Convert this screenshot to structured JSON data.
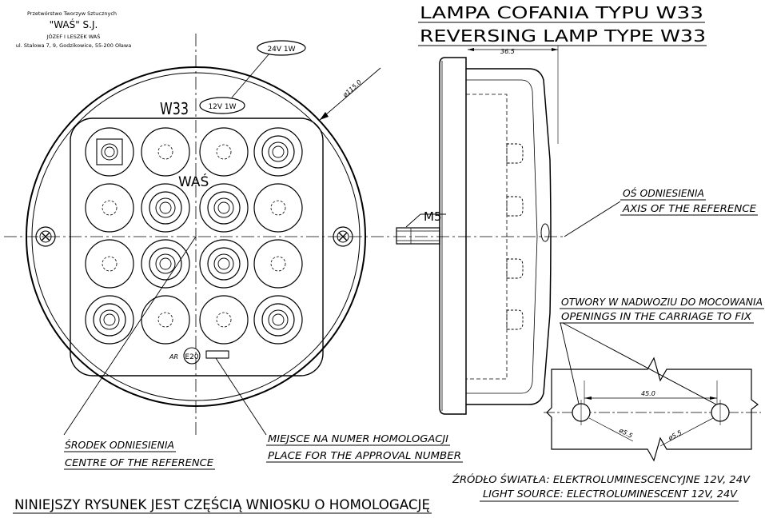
{
  "company": {
    "line1": "Przetwórstwo Tworzyw Sztucznych",
    "line2": "\"WAŚ\" S.J.",
    "line3": "JÓZEF I LESZEK WAŚ",
    "line4": "ul. Stalowa 7, 9, Godzikowice, 55-200 Oława"
  },
  "title": {
    "pl": "LAMPA COFANIA TYPU W33",
    "en": "REVERSING LAMP TYPE W33"
  },
  "front_view": {
    "model": "W33",
    "brand": "WAŚ",
    "label_24v": "24V 1W",
    "label_12v": "12V 1W",
    "diameter": "ø115.0",
    "homologation_mark": "E20",
    "ar_mark": "AR"
  },
  "side_view": {
    "width_dim": "36.5",
    "thread": "M5"
  },
  "mounting": {
    "spacing_dim": "45.0",
    "hole_dim_1": "ø5.5",
    "hole_dim_2": "ø5.5"
  },
  "callouts": {
    "axis_pl": "OŚ ODNIESIENIA",
    "axis_en": "AXIS OF THE REFERENCE",
    "openings_pl": "OTWORY W NADWOZIU DO MOCOWANIA",
    "openings_en": "OPENINGS IN THE CARRIAGE TO FIX",
    "centre_pl": "ŚRODEK ODNIESIENIA",
    "centre_en": "CENTRE OF THE REFERENCE",
    "approval_pl": "MIEJSCE NA NUMER HOMOLOGACJI",
    "approval_en": "PLACE FOR THE APPROVAL NUMBER",
    "source_pl": "ŹRÓDŁO ŚWIATŁA: ELEKTROLUMINESCENCYJNE 12V, 24V",
    "source_en": "LIGHT SOURCE: ELECTROLUMINESCENT 12V, 24V"
  },
  "footer": "NINIEJSZY RYSUNEK JEST CZĘŚCIĄ WNIOSKU O HOMOLOGACJĘ"
}
